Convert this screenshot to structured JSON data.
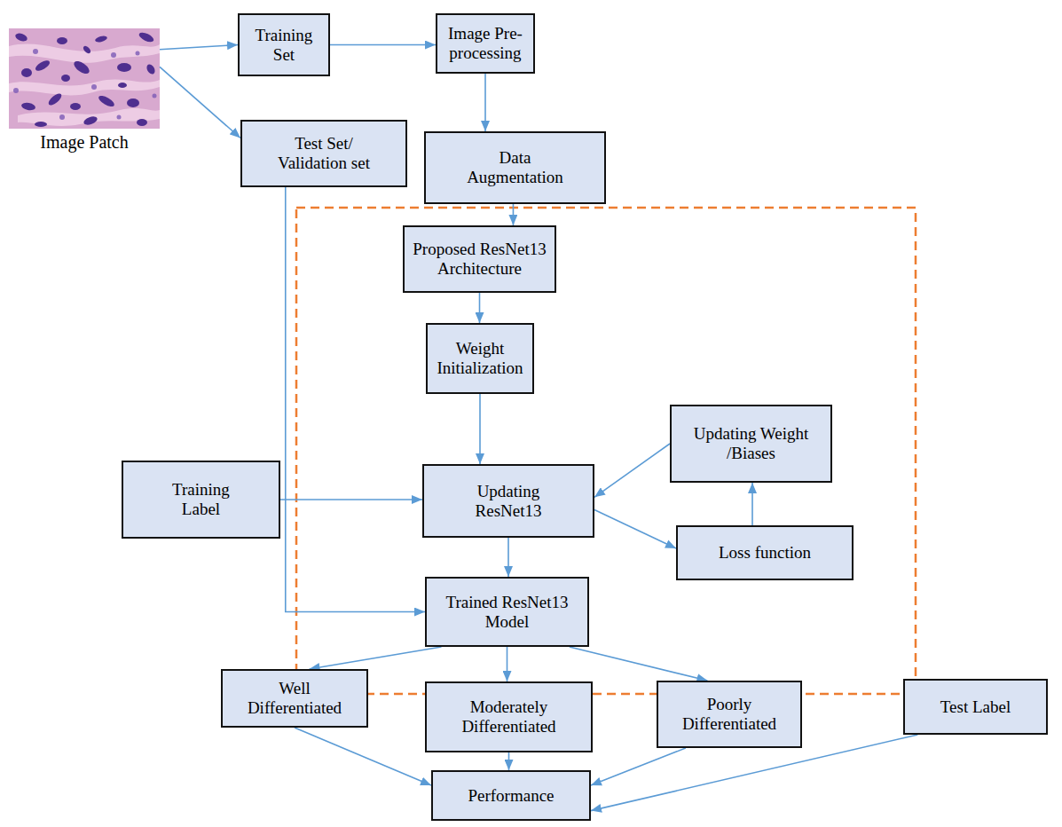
{
  "diagram": {
    "nodes": [
      {
        "text": [
          "Image Patch"
        ]
      },
      {
        "text": [
          "Training Set"
        ]
      },
      {
        "text": [
          "Image Pre- processing"
        ]
      },
      {
        "text": [
          "Test Set/ Validation set"
        ]
      },
      {
        "text": [
          "Data Augmentation"
        ]
      },
      {
        "text": [
          "Proposed ResNet13 Architecture"
        ]
      },
      {
        "text": [
          "Weight Initialization"
        ]
      },
      {
        "text": [
          "Updating Weight /Biases"
        ]
      },
      {
        "text": [
          "Training Label"
        ]
      },
      {
        "text": [
          "Updating ResNet13"
        ]
      },
      {
        "text": [
          "Loss function"
        ]
      },
      {
        "text": [
          "Trained ResNet13 Model"
        ]
      },
      {
        "text": [
          "Well Differentiated"
        ]
      },
      {
        "text": [
          "Moderately Differentiated"
        ]
      },
      {
        "text": [
          "Poorly Differentiated"
        ]
      },
      {
        "text": [
          "Test Label"
        ]
      },
      {
        "text": [
          "Performance"
        ]
      }
    ],
    "edges": [
      {
        "from": 0,
        "to": 1,
        "arrow": "to"
      },
      {
        "from": 0,
        "to": 3,
        "arrow": "to"
      },
      {
        "from": 1,
        "to": 2,
        "arrow": "to"
      },
      {
        "from": 2,
        "to": 4,
        "arrow": "to"
      },
      {
        "from": 4,
        "to": 5,
        "arrow": "to"
      },
      {
        "from": 5,
        "to": 6,
        "arrow": "to"
      },
      {
        "from": 6,
        "to": 9,
        "arrow": "to"
      },
      {
        "from": 9,
        "to": 10,
        "arrow": "to"
      },
      {
        "from": 10,
        "to": 7,
        "arrow": "to"
      },
      {
        "from": 7,
        "to": 9,
        "arrow": "to"
      },
      {
        "from": 8,
        "to": 9,
        "arrow": "to"
      },
      {
        "from": 3,
        "to": 11,
        "arrow": "to"
      },
      {
        "from": 9,
        "to": 11,
        "arrow": "to"
      },
      {
        "from": 11,
        "to": 12,
        "arrow": "to"
      },
      {
        "from": 11,
        "to": 13,
        "arrow": "to"
      },
      {
        "from": 11,
        "to": 14,
        "arrow": "to"
      },
      {
        "from": 12,
        "to": 16,
        "arrow": "to"
      },
      {
        "from": 13,
        "to": 16,
        "arrow": "to"
      },
      {
        "from": 14,
        "to": 16,
        "arrow": "to"
      },
      {
        "from": 15,
        "to": 16,
        "arrow": "to"
      }
    ]
  }
}
